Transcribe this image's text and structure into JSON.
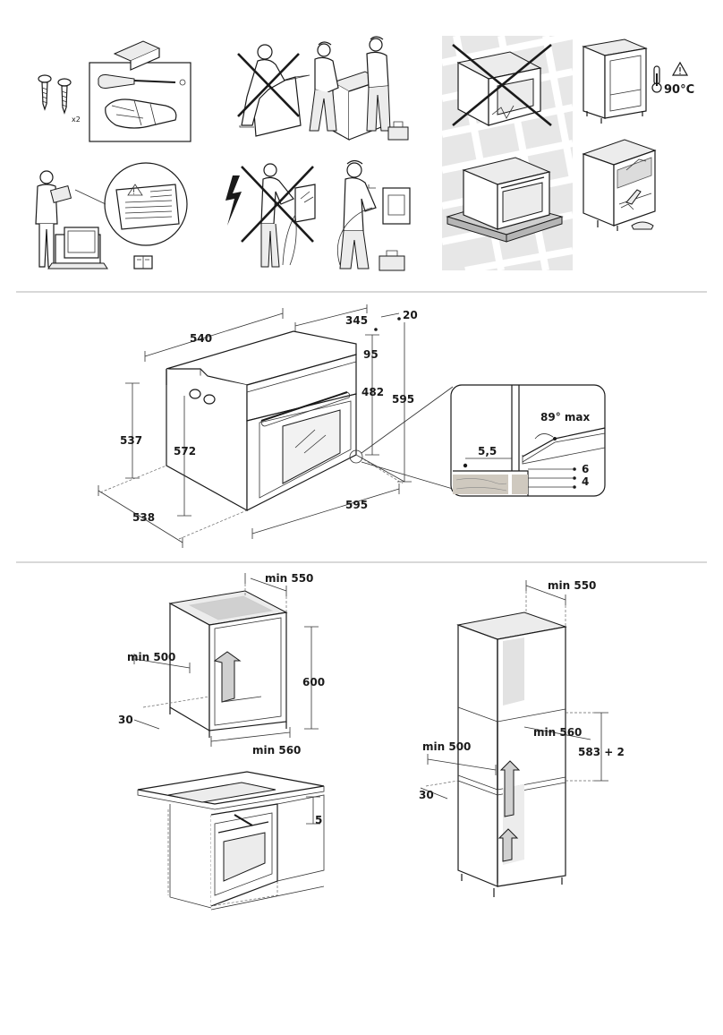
{
  "step1": {
    "quantity": "x2"
  },
  "step6": {
    "temperature": "90°C"
  },
  "oven_dimensions": {
    "width_top": "540",
    "depth_top": "345",
    "offset": "20",
    "panel": "95",
    "inner_height": "482",
    "height": "595",
    "side_height": "537",
    "inner_side": "572",
    "depth_bottom": "538",
    "width_bottom": "595",
    "detail_angle": "89° max",
    "detail_gap": "5,5",
    "detail_a": "6",
    "detail_b": "4"
  },
  "undercounter": {
    "min_depth": "min 550",
    "min_vent": "min 500",
    "height": "600",
    "gap": "30",
    "min_width": "min 560",
    "top_gap": "5"
  },
  "column": {
    "min_depth": "min 550",
    "min_width": "min 560",
    "min_vent": "min 500",
    "gap": "30",
    "height": "583 + 2"
  }
}
